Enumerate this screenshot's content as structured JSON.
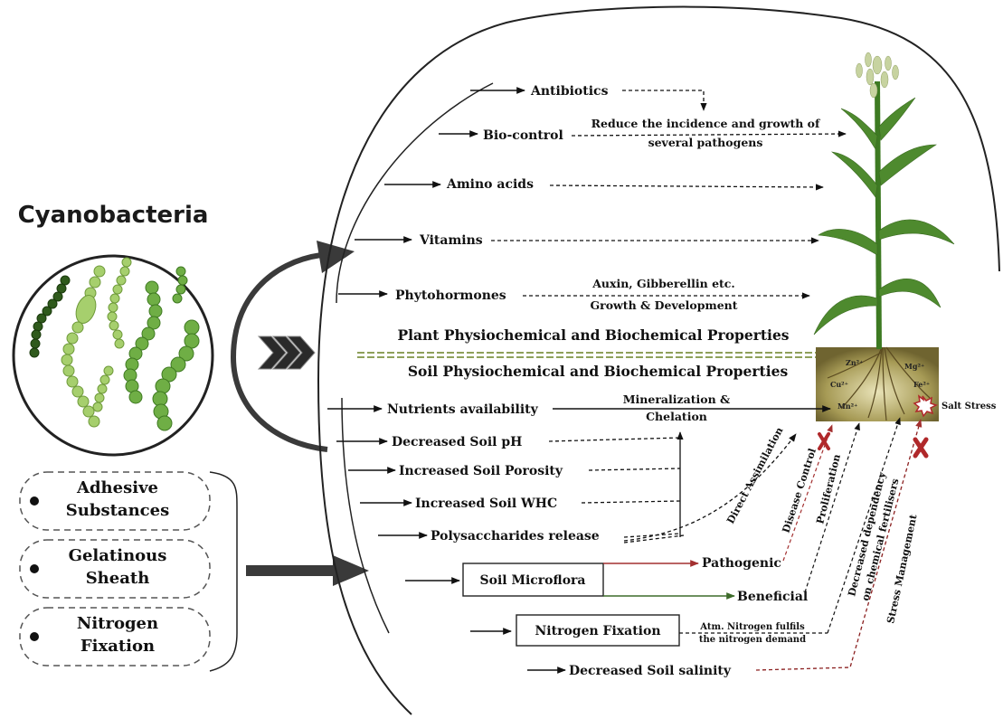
{
  "title": "Cyanobacteria",
  "features": [
    {
      "line1": "Adhesive",
      "line2": "Substances"
    },
    {
      "line1": "Gelatinous",
      "line2": "Sheath"
    },
    {
      "line1": "Nitrogen",
      "line2": "Fixation"
    }
  ],
  "plant_outputs": {
    "antibiotics": "Antibiotics",
    "biocontrol": "Bio-control",
    "biocontrol_note_1": "Reduce the incidence and growth of",
    "biocontrol_note_2": "several pathogens",
    "amino_acids": "Amino acids",
    "vitamins": "Vitamins",
    "phytohormones": "Phytohormones",
    "phyto_note_1": "Auxin, Gibberellin etc.",
    "phyto_note_2": "Growth & Development"
  },
  "plant_header": "Plant Physiochemical and Biochemical Properties",
  "soil_header": "Soil Physiochemical and Biochemical Properties",
  "soil_outputs": {
    "nutrients": "Nutrients availability",
    "mineral_1": "Mineralization &",
    "mineral_2": "Chelation",
    "soil_ph": "Decreased Soil pH",
    "porosity": "Increased Soil Porosity",
    "whc": "Increased Soil WHC",
    "polysaccharides": "Polysaccharides release",
    "microflora": "Soil Microflora",
    "pathogenic": "Pathogenic",
    "beneficial": "Beneficial",
    "nfix": "Nitrogen Fixation",
    "atm_1": "Atm. Nitrogen fulfils",
    "atm_2": "the nitrogen demand",
    "salinity": "Decreased Soil salinity"
  },
  "rotated_labels": {
    "direct": "Direct Assimilation",
    "disease": "Disease Control",
    "prolif": "Proliferation",
    "dep_1": "Decreased dependency",
    "dep_2": "on chemical fertilisers",
    "stress": "Stress Management"
  },
  "salt_stress": "Salt Stress",
  "ions": {
    "zn": "Zn²⁺",
    "mg": "Mg²⁺",
    "cu": "Cu²⁺",
    "fe": "Fe²⁺",
    "mn": "Mn²⁺"
  },
  "colors": {
    "pathogenic_arrow": "#a33030",
    "beneficial_arrow": "#3d6b2a",
    "salinity_arrow": "#8b2020",
    "cross_mark": "#b0282a",
    "soil": "#8c7a3a",
    "leaf": "#4e8a2e",
    "divider": "#8ea05a"
  },
  "icons": [
    "bacteria-cell-icon",
    "triple-chevron-icon",
    "plant-icon",
    "cross-mark-icon",
    "salt-burst-icon",
    "bullet-dot-icon"
  ]
}
